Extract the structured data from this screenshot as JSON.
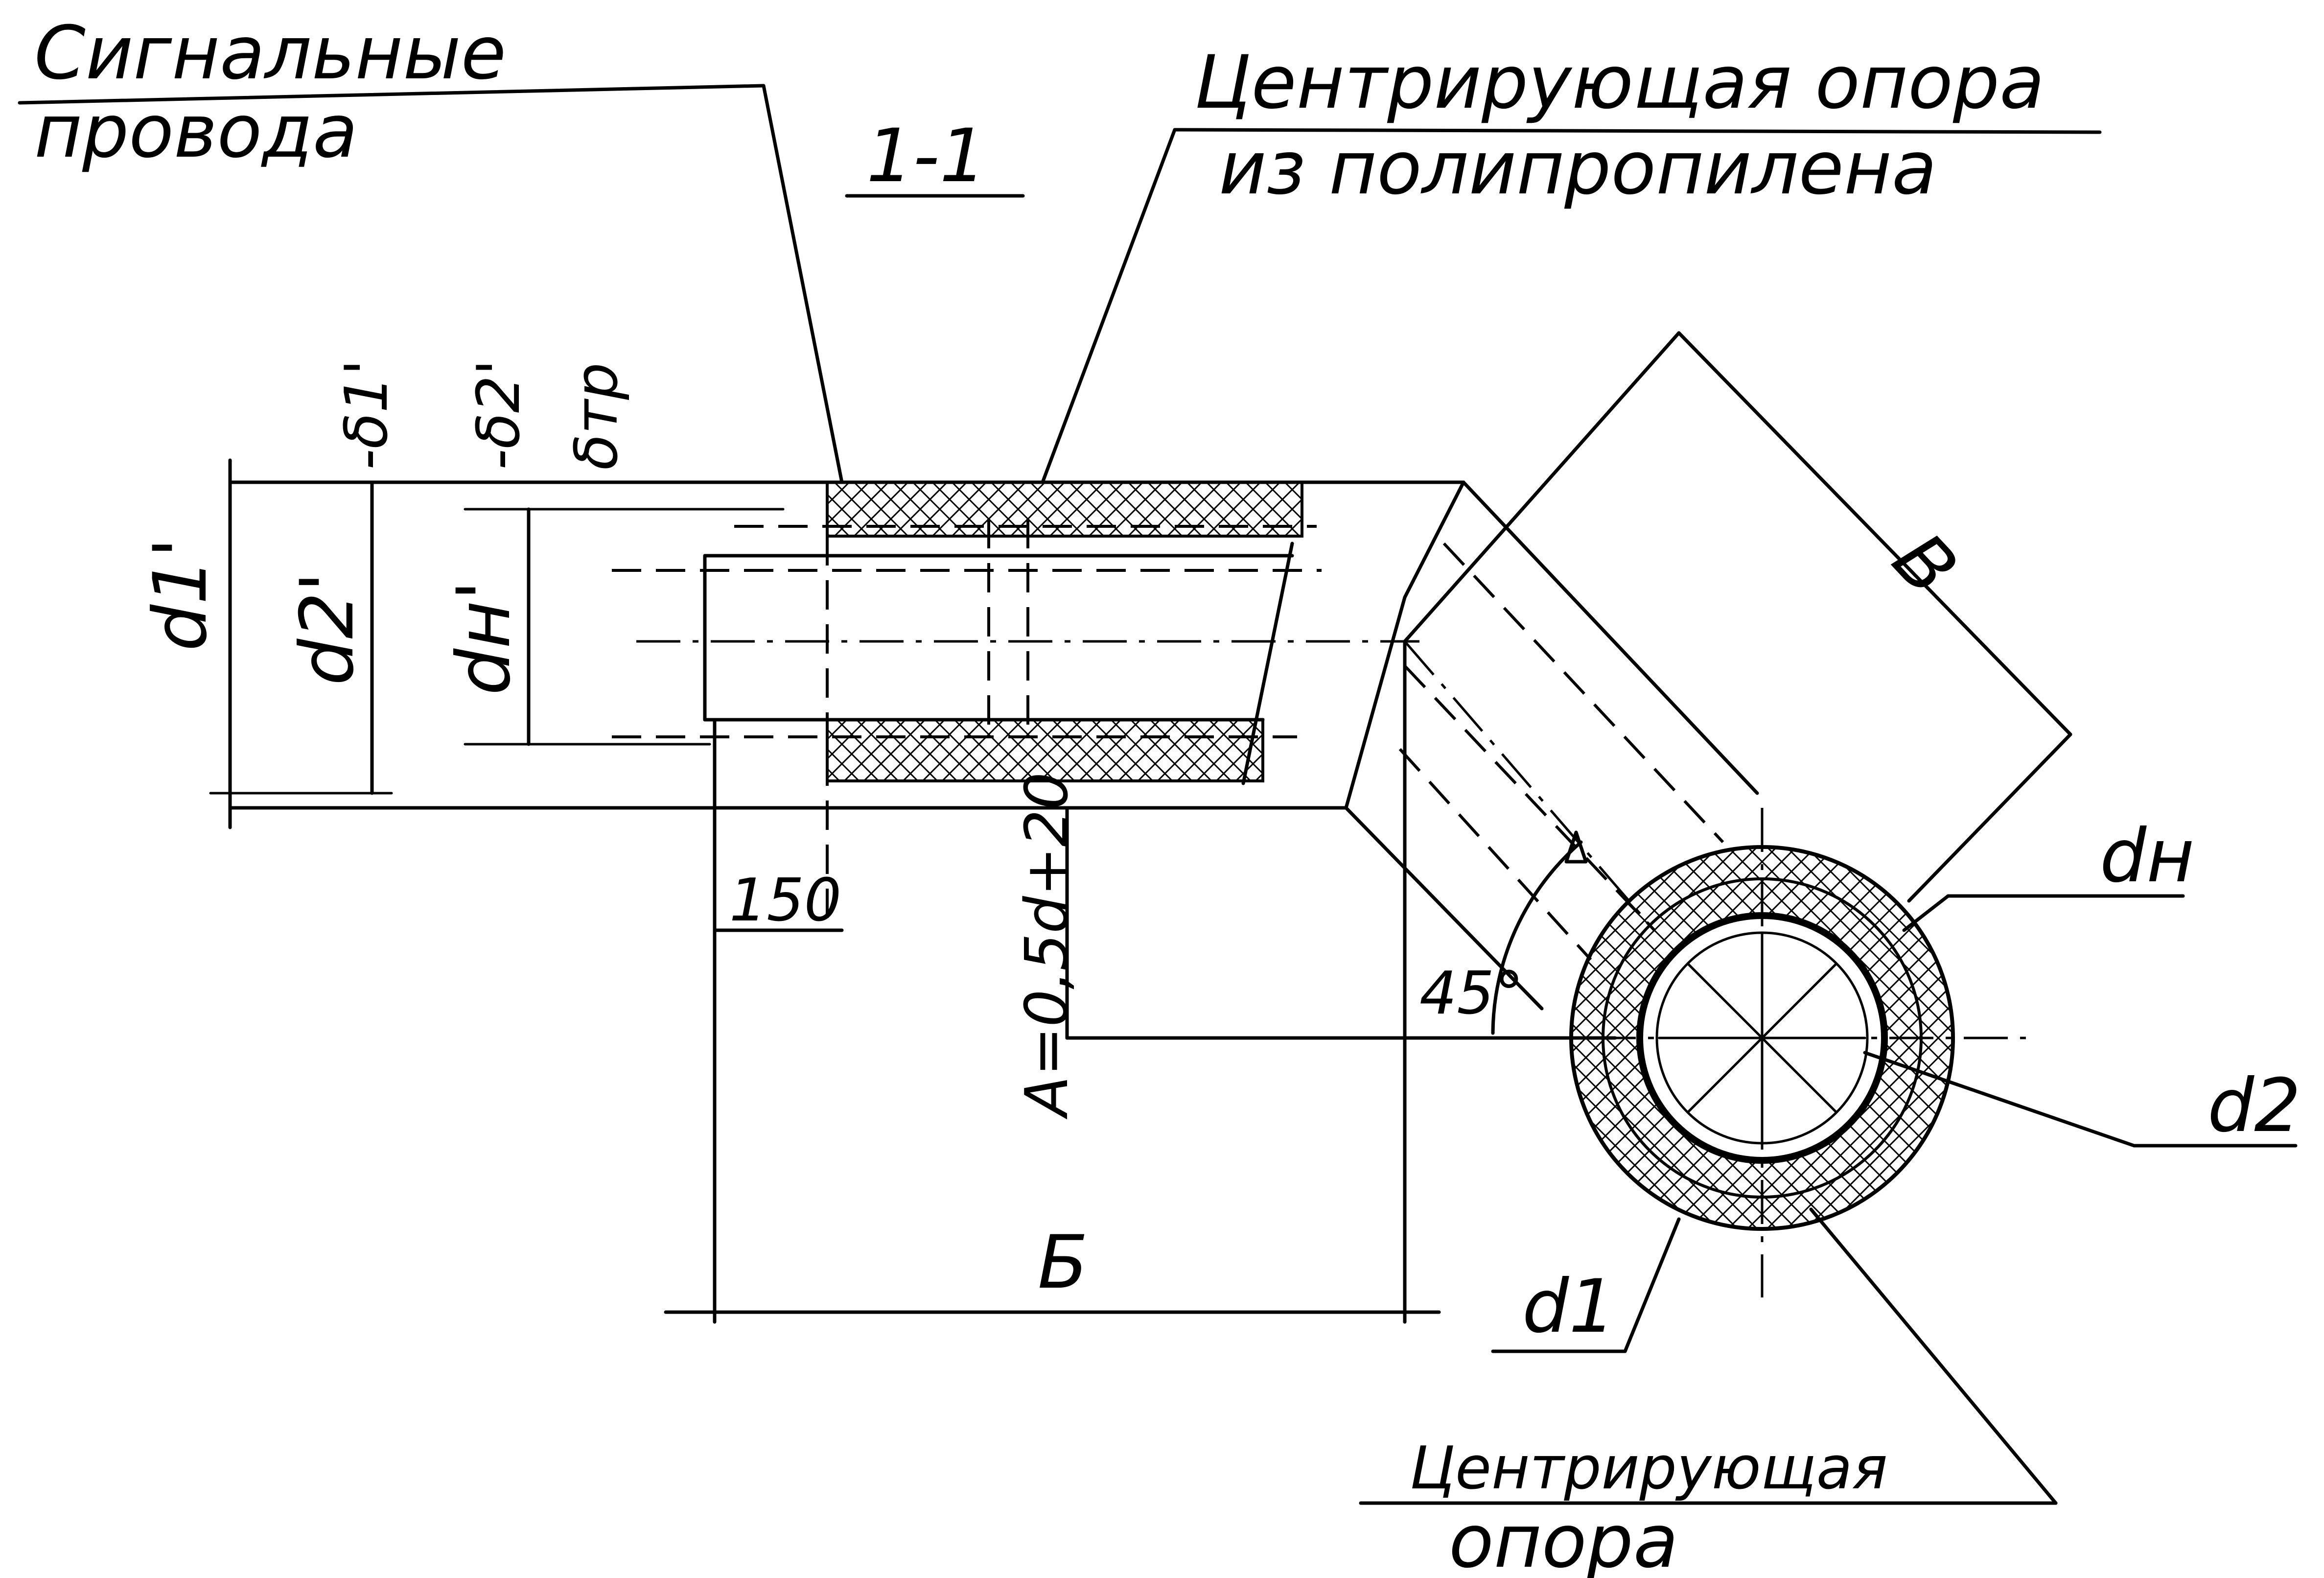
{
  "labels": {
    "signal_wires_1": "Сигнальные",
    "signal_wires_2": "провода",
    "section": "1-1",
    "centering_support_pp_1": "Центрирующая опора",
    "centering_support_pp_2": "из полипропилена",
    "centering_support_1": "Центрирующая",
    "centering_support_2": "опора"
  },
  "dimensions": {
    "d1_prime": "d1'",
    "d2_prime": "d2'",
    "dn_prime": "dн'",
    "delta1_prime": "-δ1'",
    "delta2_prime": "-δ2'",
    "delta_tr": "δтр",
    "len_150": "150",
    "formula_A": "A=0,5d+20",
    "dim_B_cyr": "Б",
    "dim_V": "В",
    "angle": "45°",
    "dn": "dн",
    "d2": "d2",
    "d1": "d1"
  }
}
